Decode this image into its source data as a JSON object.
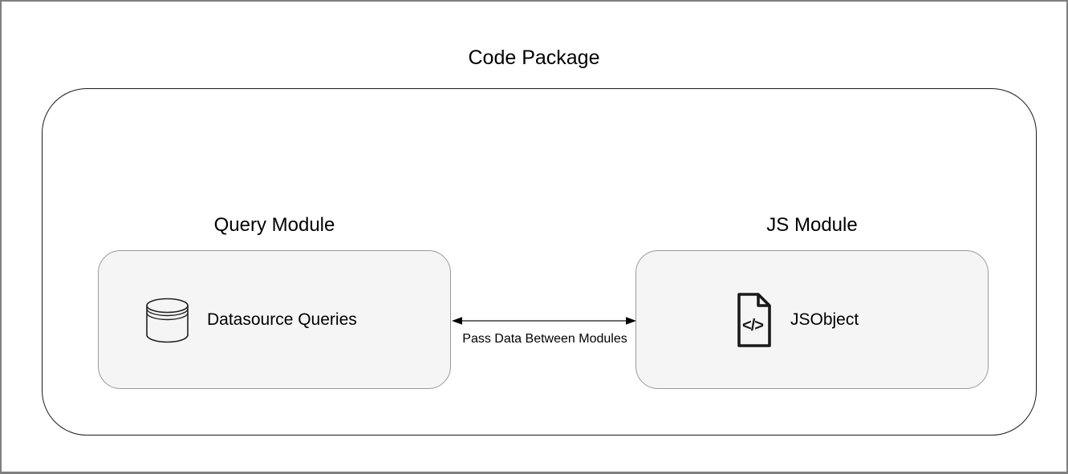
{
  "diagram": {
    "title": "Code Package",
    "package": {
      "modules": [
        {
          "title": "Query Module",
          "item": {
            "label": "Datasource Queries",
            "icon": "database-icon"
          }
        },
        {
          "title": "JS Module",
          "item": {
            "label": "JSObject",
            "icon": "code-file-icon",
            "icon_glyph": "</>"
          }
        }
      ],
      "connector": {
        "type": "bidirectional-arrow",
        "label": "Pass Data Between Modules"
      }
    }
  },
  "colors": {
    "background": "#ffffff",
    "frame_border": "#7f7f7f",
    "package_border": "#1a1a1a",
    "module_fill": "#f5f5f5",
    "module_border": "#9a9a9a",
    "text": "#000000",
    "arrow_shaft": "#3d3d3d",
    "arrow_head": "#000000"
  }
}
